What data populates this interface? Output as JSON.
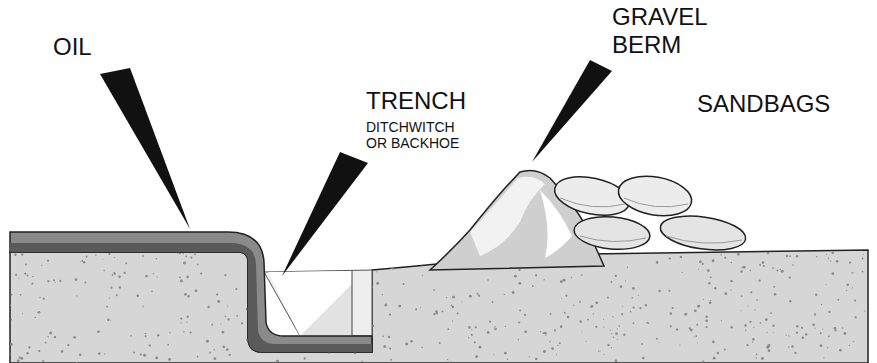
{
  "diagram": {
    "labels": [
      "OIL",
      "TRENCH",
      "DITCHWITCH OR BACKHOE",
      "GRAVEL BERM",
      "SANDBAGS"
    ]
  }
}
